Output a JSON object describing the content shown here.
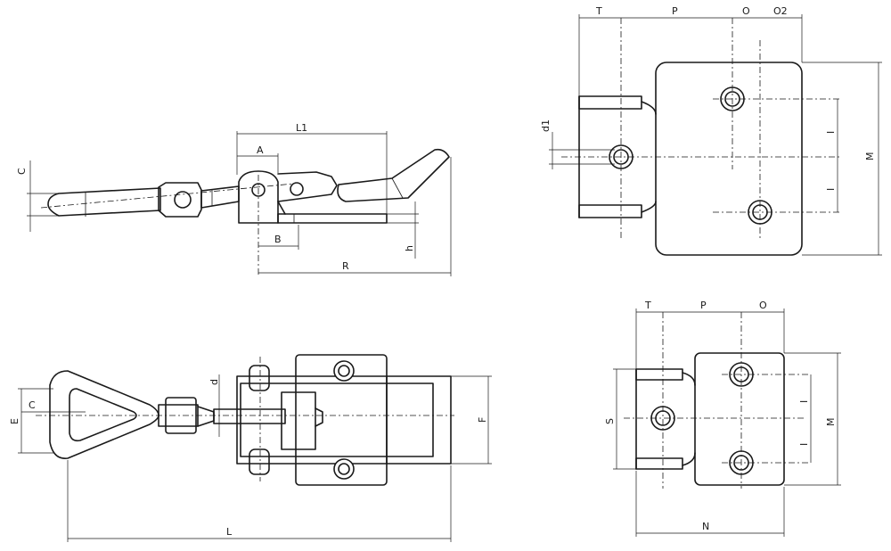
{
  "colors": {
    "line": "#1a1a1a",
    "background": "#ffffff"
  },
  "side_view": {
    "L1": "L1",
    "A": "A",
    "B": "B",
    "C": "C",
    "R": "R",
    "h": "h"
  },
  "top_view": {
    "d": "d",
    "C": "C",
    "E": "E",
    "F": "F",
    "L": "L"
  },
  "front_plate": {
    "T": "T",
    "P": "P",
    "O": "O",
    "O2": "O2",
    "d1": "d1",
    "I1": "I",
    "I2": "I",
    "M": "M"
  },
  "small_plate": {
    "T": "T",
    "P": "P",
    "O": "O",
    "S": "S",
    "I1": "I",
    "I2": "I",
    "M": "M",
    "N": "N"
  }
}
